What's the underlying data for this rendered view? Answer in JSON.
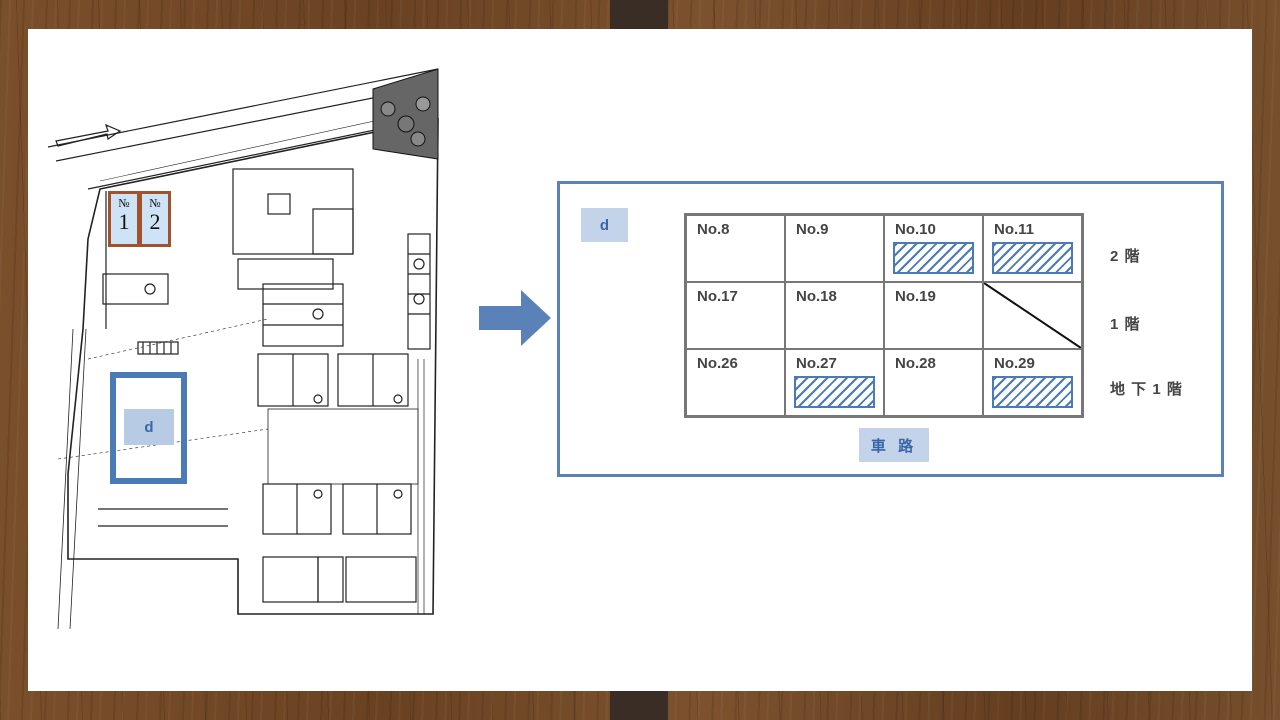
{
  "plan": {
    "spots": [
      {
        "prefix": "№",
        "number": "1"
      },
      {
        "prefix": "№",
        "number": "2"
      }
    ],
    "d_label": "d"
  },
  "detail": {
    "tag": "d",
    "rows": [
      {
        "floor": "2 階",
        "cells": [
          {
            "label": "No.8",
            "hatched": false
          },
          {
            "label": "No.9",
            "hatched": false
          },
          {
            "label": "No.10",
            "hatched": true
          },
          {
            "label": "No.11",
            "hatched": true
          }
        ]
      },
      {
        "floor": "1 階",
        "cells": [
          {
            "label": "No.17",
            "hatched": false
          },
          {
            "label": "No.18",
            "hatched": false
          },
          {
            "label": "No.19",
            "hatched": false
          },
          {
            "label": "",
            "hatched": false,
            "diagonal": true
          }
        ]
      },
      {
        "floor": "地 下 1 階",
        "cells": [
          {
            "label": "No.26",
            "hatched": false
          },
          {
            "label": "No.27",
            "hatched": true
          },
          {
            "label": "No.28",
            "hatched": false
          },
          {
            "label": "No.29",
            "hatched": true
          }
        ]
      }
    ],
    "road_label": "車 路"
  },
  "colors": {
    "accent": "#4a7bb7",
    "tag_fill": "#c3d3e9",
    "spot_border": "#a0522d"
  }
}
